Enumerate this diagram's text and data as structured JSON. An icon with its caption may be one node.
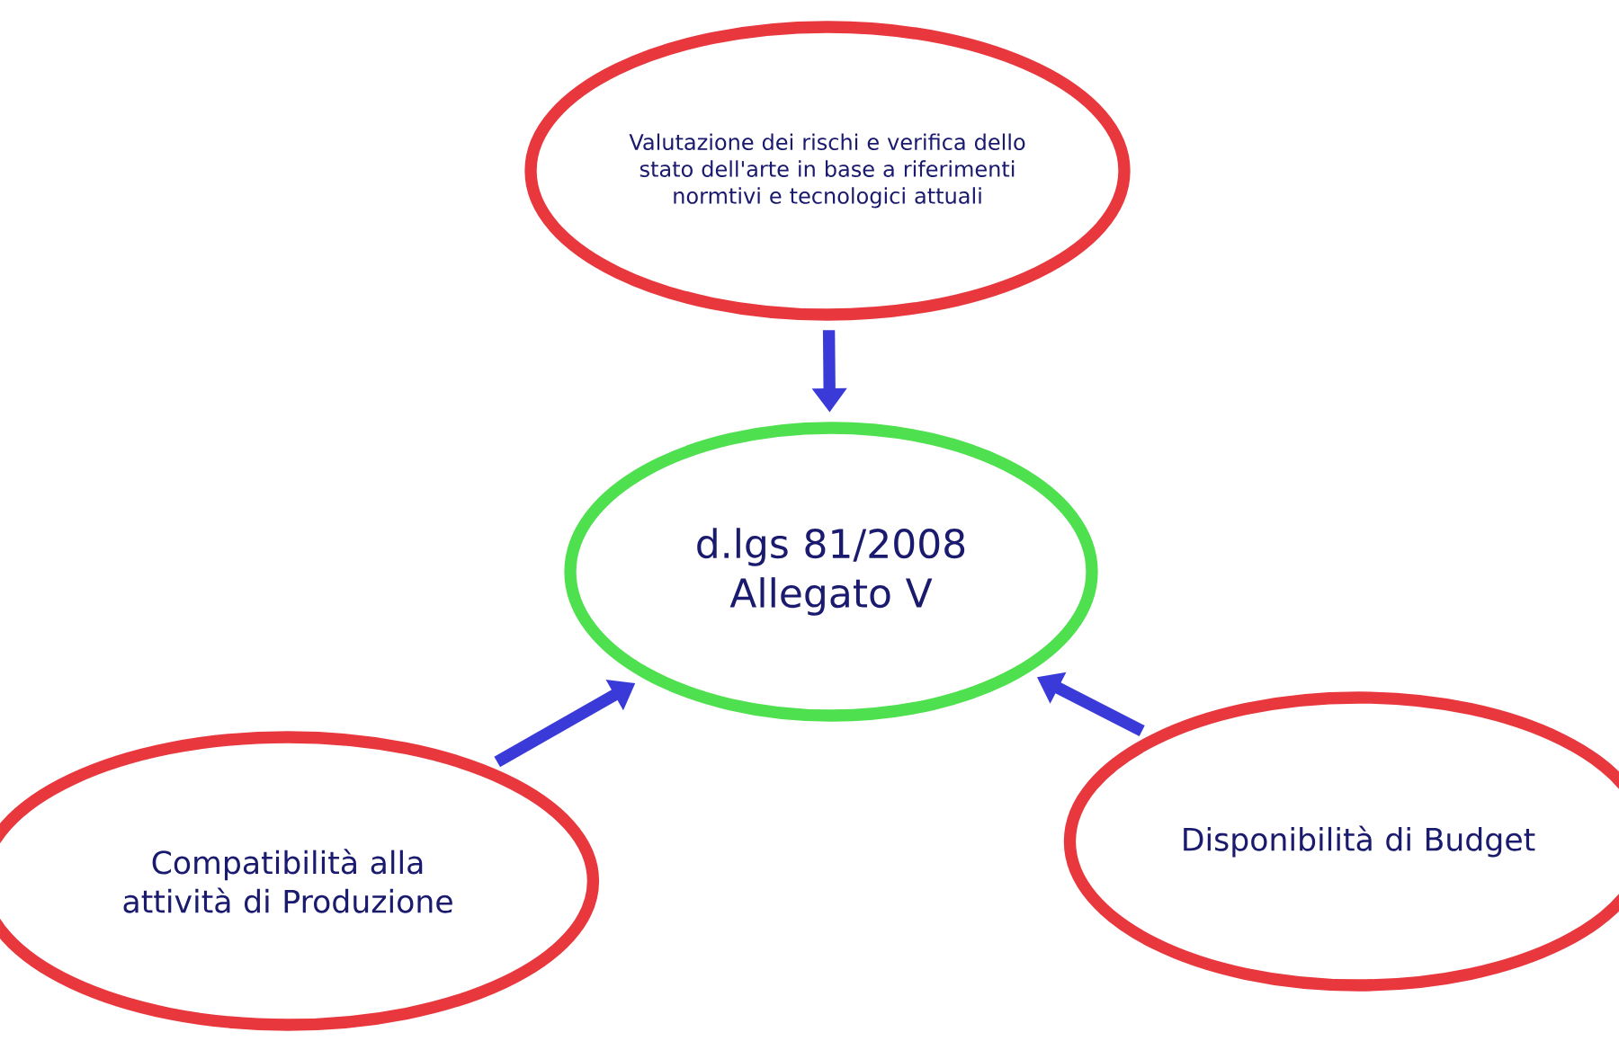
{
  "diagram": {
    "nodes": [
      {
        "text": [
          "Valutazione dei rischi e verifica dello stato dell'arte in base a riferimenti normtivi e tecnologici attuali"
        ]
      },
      {
        "text": [
          "d.lgs 81/2008 Allegato V"
        ]
      },
      {
        "text": [
          "Compatibilità alla attività di Produzione"
        ]
      },
      {
        "text": [
          "Disponibilità di Budget"
        ]
      }
    ],
    "edges": [
      {
        "from": 0,
        "to": 1,
        "arrow": "to"
      },
      {
        "from": 2,
        "to": 1,
        "arrow": "to"
      },
      {
        "from": 3,
        "to": 1,
        "arrow": "to"
      }
    ]
  }
}
